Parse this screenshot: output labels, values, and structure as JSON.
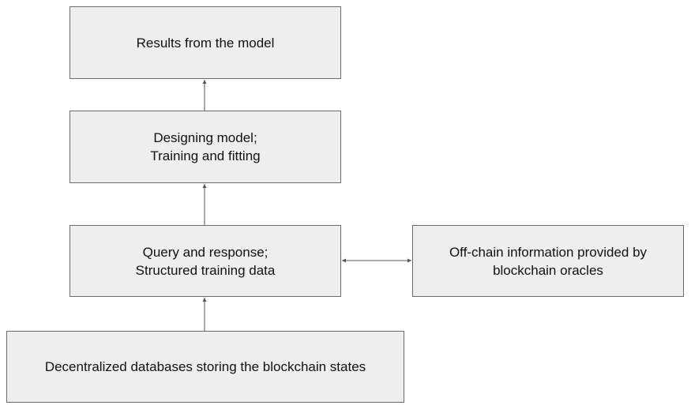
{
  "nodes": {
    "results": {
      "lines": [
        "Results from the model"
      ]
    },
    "design": {
      "lines": [
        "Designing model;",
        "Training and fitting"
      ]
    },
    "query": {
      "lines": [
        "Query and response;",
        "Structured training data"
      ]
    },
    "oracle": {
      "lines": [
        "Off-chain information provided by",
        "blockchain oracles"
      ]
    },
    "database": {
      "lines": [
        "Decentralized databases storing the blockchain states"
      ]
    }
  },
  "edges": [
    {
      "from": "database",
      "to": "query",
      "direction": "forward"
    },
    {
      "from": "query",
      "to": "design",
      "direction": "forward"
    },
    {
      "from": "design",
      "to": "results",
      "direction": "forward"
    },
    {
      "from": "query",
      "to": "oracle",
      "direction": "both"
    }
  ],
  "colors": {
    "box_fill": "#eeeeee",
    "box_border": "#6b6b6b",
    "connector": "#555555",
    "text": "#111111"
  }
}
